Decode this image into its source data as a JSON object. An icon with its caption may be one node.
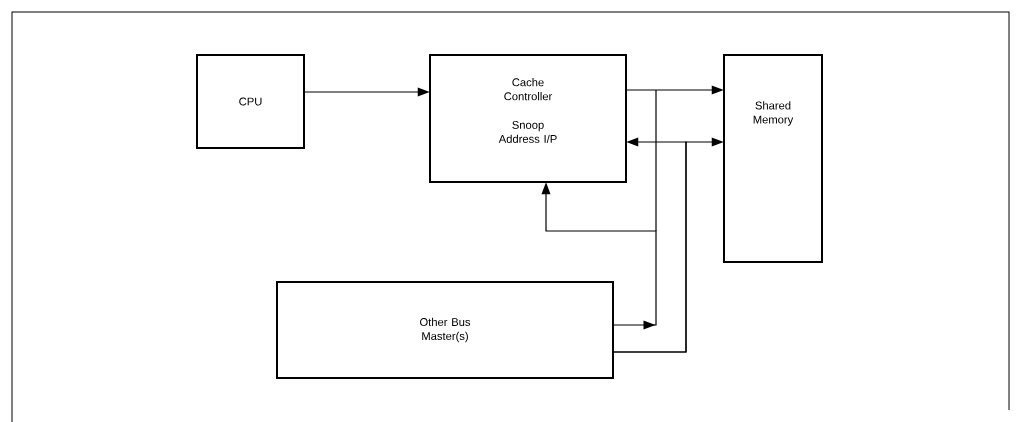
{
  "diagram": {
    "nodes": [
      {
        "text": [
          "CPU"
        ]
      },
      {
        "text": [
          "Cache Controller",
          "Snoop Address I/P"
        ]
      },
      {
        "text": [
          "Shared Memory"
        ]
      },
      {
        "text": [
          "Other Bus Master(s)"
        ]
      }
    ],
    "edges": [
      {
        "from": 0,
        "to": 1,
        "arrow": "to"
      },
      {
        "from": 1,
        "to": 2,
        "arrow": "to"
      },
      {
        "from": 3,
        "to": 1,
        "arrow": "to"
      },
      {
        "from": 3,
        "to": 1,
        "arrow": "to"
      },
      {
        "from": 3,
        "to": 2,
        "arrow": "to"
      }
    ]
  }
}
